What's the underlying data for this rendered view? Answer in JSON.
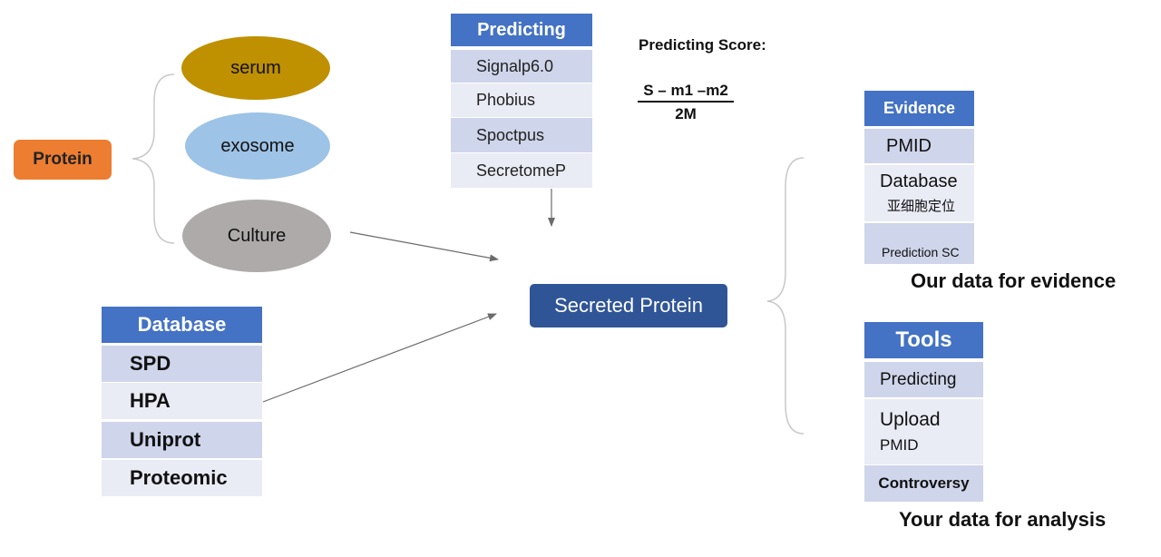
{
  "protein": {
    "label": "Protein"
  },
  "sources": [
    "serum",
    "exosome",
    "Culture"
  ],
  "predicting_table": {
    "header": "Predicting",
    "rows": [
      "Signalp6.0",
      "Phobius",
      "Spoctpus",
      "SecretomeP"
    ]
  },
  "score": {
    "title": "Predicting Score:",
    "numerator": "S – m1 –m2",
    "denominator": "2M"
  },
  "database_table": {
    "header": "Database",
    "rows": [
      "SPD",
      "HPA",
      "Uniprot",
      "Proteomic"
    ]
  },
  "center": {
    "label": "Secreted Protein"
  },
  "evidence_table": {
    "header": "Evidence",
    "pmid": "PMID",
    "database": "Database",
    "database_sub": "亚细胞定位",
    "prediction": "Prediction SC",
    "caption": "Our data for evidence"
  },
  "tools_table": {
    "header": "Tools",
    "predicting": "Predicting",
    "upload": "Upload",
    "upload_sub": "PMID",
    "controversy": "Controversy",
    "caption": "Your data for analysis"
  },
  "colors": {
    "protein": "#ed7d31",
    "serum": "#bf9000",
    "exosome": "#9dc3e6",
    "culture": "#aeaaaa",
    "header_blue": "#4472c4",
    "secreted_blue": "#2f5597",
    "row_dark": "#cfd5ea",
    "row_light": "#e9ebf5"
  }
}
